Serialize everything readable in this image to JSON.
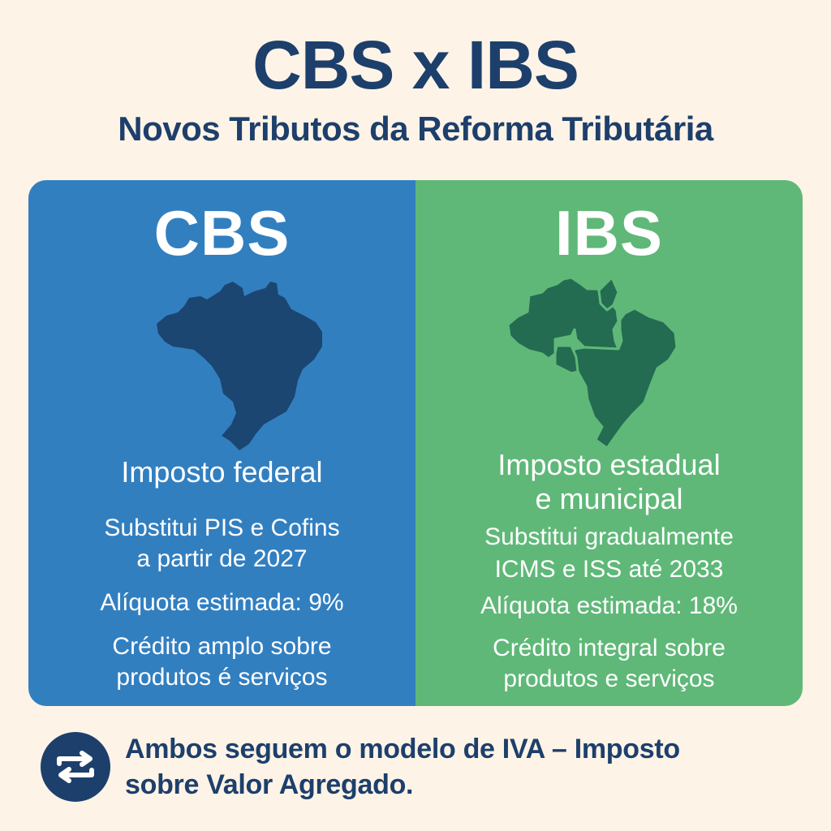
{
  "header": {
    "title": "CBS x IBS",
    "subtitle": "Novos Tributos da Reforma Tributária"
  },
  "colors": {
    "background": "#fdf3e7",
    "navy": "#1d3f6b",
    "cbs_panel": "#327fc0",
    "cbs_map": "#1b4671",
    "ibs_panel": "#5fb878",
    "ibs_map": "#236b51"
  },
  "panels": {
    "cbs": {
      "title": "CBS",
      "icon": "brazil-map-icon",
      "heading": "Imposto federal",
      "items": [
        "Substitui PIS e Cofins\na partir de 2027",
        "Alíquota estimada: 9%",
        "Crédito amplo sobre\nprodutos é serviços"
      ]
    },
    "ibs": {
      "title": "IBS",
      "icon": "brazil-regions-map-icon",
      "heading": "Imposto estadual\ne municipal",
      "items": [
        "Substitui gradualmente\nICMS e ISS até 2033",
        "Alíquota estimada: 18%",
        "Crédito integral sobre\nprodutos e serviços"
      ]
    }
  },
  "footer": {
    "icon": "swap-arrows-icon",
    "text": "Ambos seguem o modelo de IVA – Imposto\nsobre Valor Agregado."
  }
}
